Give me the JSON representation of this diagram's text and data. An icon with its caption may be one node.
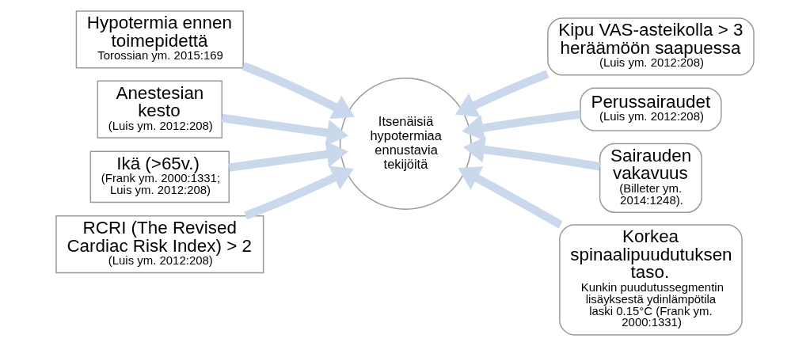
{
  "diagram": {
    "nodes": [
      {
        "text": [
          "Hypotermia ennen toimepidettä",
          "Torossian ym. 2015:169"
        ]
      },
      {
        "text": [
          "Kipu VAS-asteikolla > 3 heräämöön saapuessa",
          "(Luis ym. 2012:208)"
        ]
      },
      {
        "text": [
          "Anestesian kesto",
          "(Luis ym. 2012:208)"
        ]
      },
      {
        "text": [
          "Perussairaudet",
          "(Luis ym. 2012:208)"
        ]
      },
      {
        "text": [
          "Ikä (>65v.)",
          "(Frank ym. 2000:1331; Luis ym. 2012:208)"
        ]
      },
      {
        "text": [
          "Itsenäisiä hypotermiaa ennustavia tekijöitä"
        ]
      },
      {
        "text": [
          "Sairauden vakavuus",
          "(Billeter ym. 2014:1248)."
        ]
      },
      {
        "text": [
          "RCRI (The Revised Cardiac Risk Index) > 2",
          "(Luis ym. 2012:208)"
        ]
      },
      {
        "text": [
          "Korkea spinaalipuudutuksen taso.",
          "Kunkin puudutussegmentin lisäyksestä ydinlämpötila laski 0.15°C (Frank ym. 2000:1331)"
        ]
      }
    ],
    "edges": [
      {
        "from": 0,
        "to": 5,
        "arrow": "to"
      },
      {
        "from": 1,
        "to": 5,
        "arrow": "to"
      },
      {
        "from": 2,
        "to": 5,
        "arrow": "to"
      },
      {
        "from": 3,
        "to": 5,
        "arrow": "to"
      },
      {
        "from": 4,
        "to": 5,
        "arrow": "to"
      },
      {
        "from": 6,
        "to": 5,
        "arrow": "to"
      },
      {
        "from": 7,
        "to": 5,
        "arrow": "to"
      },
      {
        "from": 8,
        "to": 5,
        "arrow": "to"
      }
    ]
  }
}
